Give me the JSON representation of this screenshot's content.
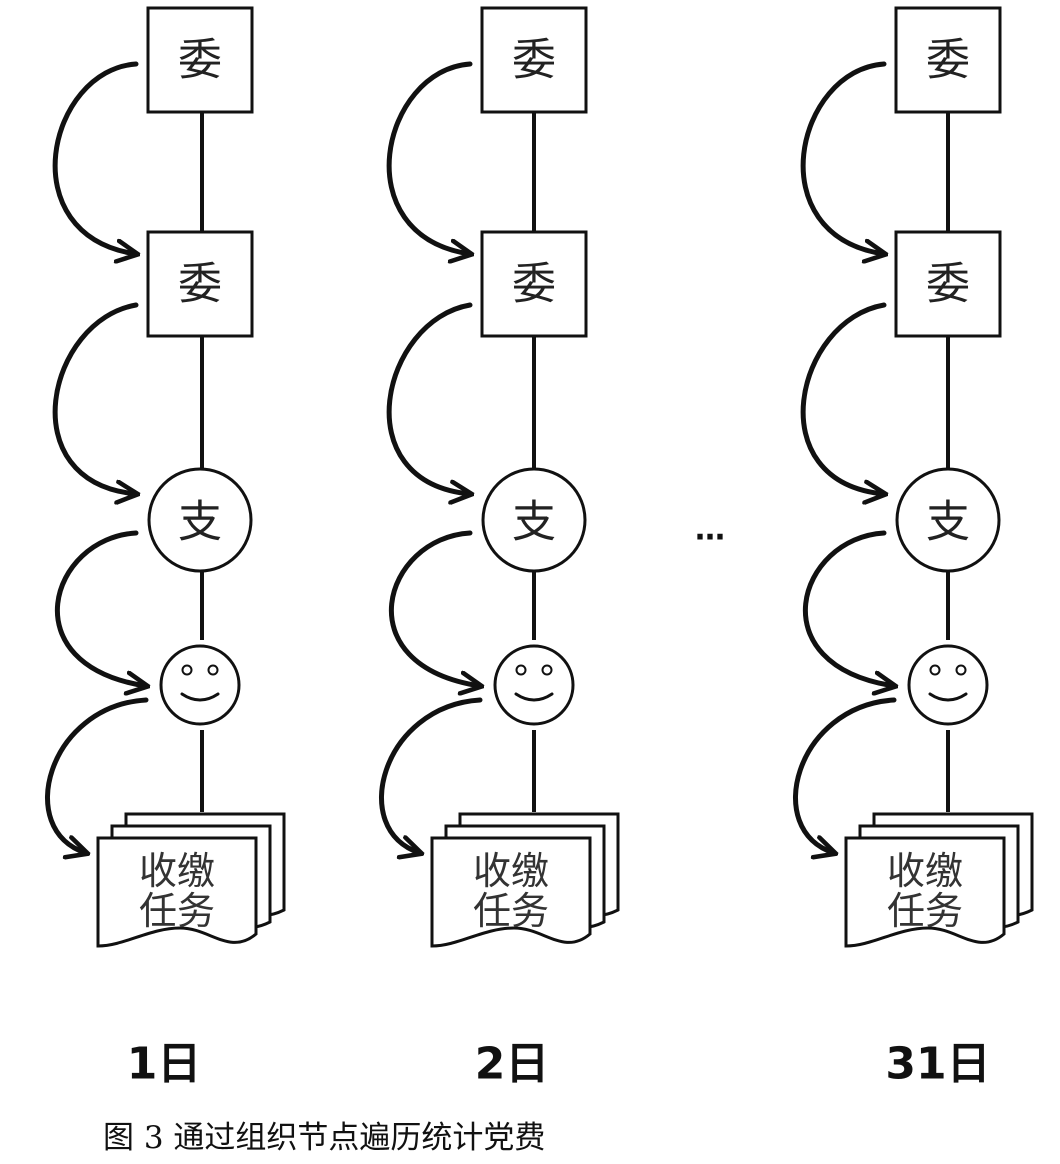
{
  "columns": [
    {
      "day_label": "1日",
      "nodes": {
        "committee_top": "委",
        "committee_mid": "委",
        "branch": "支",
        "task_line1": "收缴",
        "task_line2": "任务"
      }
    },
    {
      "day_label": "2日",
      "nodes": {
        "committee_top": "委",
        "committee_mid": "委",
        "branch": "支",
        "task_line1": "收缴",
        "task_line2": "任务"
      }
    },
    {
      "day_label": "31日",
      "nodes": {
        "committee_top": "委",
        "committee_mid": "委",
        "branch": "支",
        "task_line1": "收缴",
        "task_line2": "任务"
      }
    }
  ],
  "ellipsis": "…",
  "caption": "图 3  通过组织节点遍历统计党费",
  "colors": {
    "stroke": "#111111",
    "background": "#ffffff"
  }
}
